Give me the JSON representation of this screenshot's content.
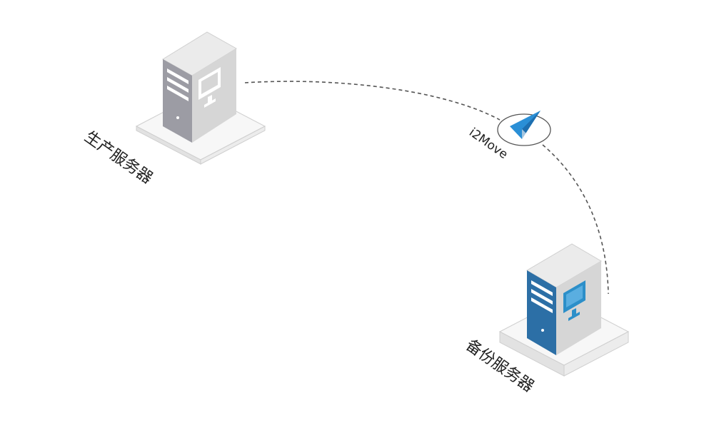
{
  "diagram": {
    "production_server": {
      "label": "生产服务器",
      "colors": {
        "front": "#9c9ca4",
        "side": "#d3d3d3",
        "top": "#ebebeb"
      }
    },
    "backup_server": {
      "label": "备份服务器",
      "colors": {
        "front": "#2c6fa6",
        "side": "#d3d3d3",
        "top": "#ebebeb"
      }
    },
    "connection": {
      "label": "i2Move",
      "style": "dashed",
      "color": "#555555",
      "icon": "paper-plane-icon",
      "icon_color": "#2a8fd6"
    }
  }
}
